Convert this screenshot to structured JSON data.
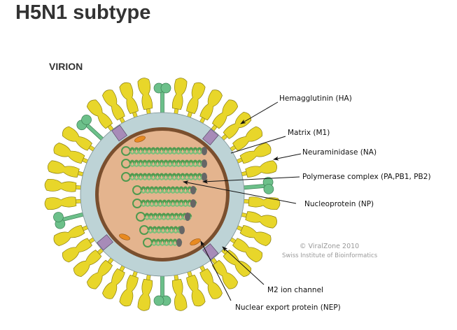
{
  "title": "H5N1 subtype",
  "subtitle": "VIRION",
  "labels": {
    "ha": "Hemagglutinin (HA)",
    "m1": "Matrix (M1)",
    "na": "Neuraminidase (NA)",
    "polymerase": "Polymerase complex (PA,PB1, PB2)",
    "np": "Nucleoprotein (NP)",
    "m2": "M2 ion channel",
    "nep": "Nuclear export protein (NEP)"
  },
  "credit": {
    "line1": "© ViralZone 2010",
    "line2": "Swiss Institute of Bioinformatics"
  },
  "colors": {
    "ha": "#e8d62a",
    "na": "#6cc08a",
    "membrane": "#bdd3d6",
    "matrix": "#7a4f2e",
    "core": "#e4b48e",
    "m2": "#a78bb8",
    "nep": "#e88a20",
    "rnp": "#4f9a4f"
  }
}
